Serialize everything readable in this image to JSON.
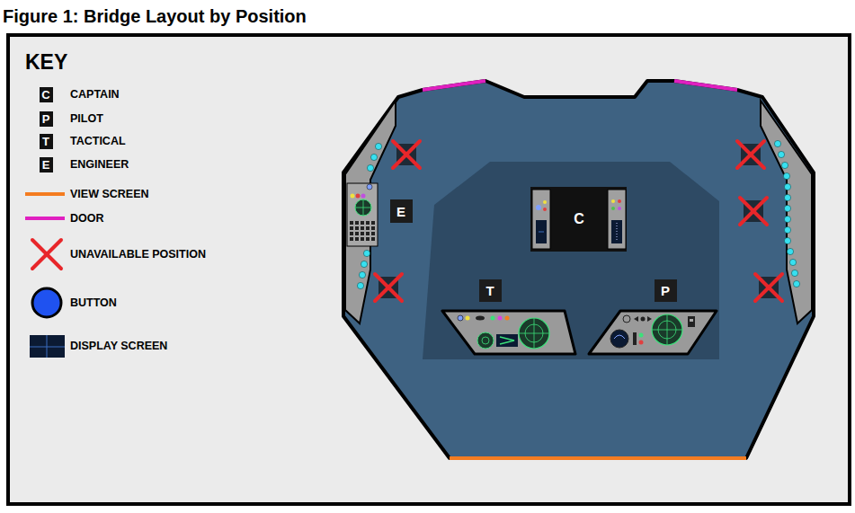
{
  "diagram": {
    "title": "Figure 1: Bridge Layout by Position",
    "nodes": [
      {
        "text": [
          "E"
        ]
      },
      {
        "text": [
          "C"
        ]
      },
      {
        "text": [
          "T"
        ]
      },
      {
        "text": [
          "P"
        ]
      }
    ],
    "labels": [
      "KEY",
      "C",
      "P",
      "T",
      "E"
    ],
    "legend": [
      {
        "text": "CAPTAIN"
      },
      {
        "text": "PILOT"
      },
      {
        "text": "TACTICAL"
      },
      {
        "text": "ENGINEER"
      },
      {
        "text": "VIEW SCREEN"
      },
      {
        "text": "DOOR"
      },
      {
        "text": "UNAVAILABLE POSITION"
      },
      {
        "text": "BUTTON"
      },
      {
        "text": "DISPLAY SCREEN"
      }
    ]
  }
}
